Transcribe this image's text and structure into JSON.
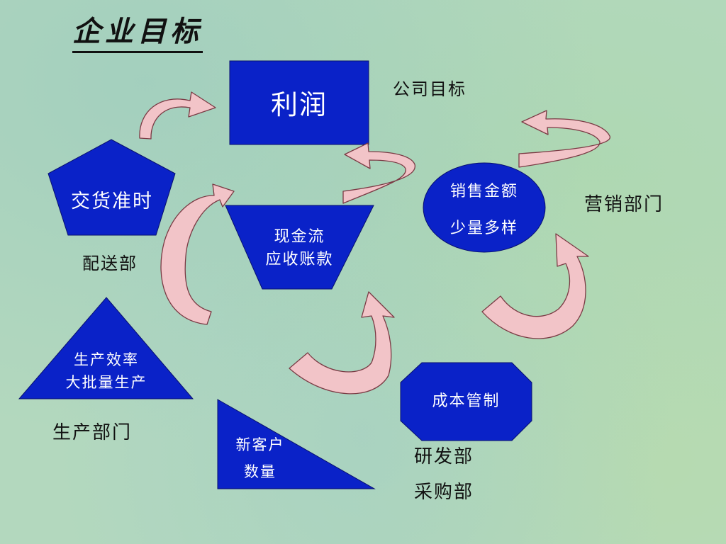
{
  "slide": {
    "title": "企业目标",
    "profit": "利润",
    "company_goal": "公司目标",
    "delivery": "交货准时",
    "delivery_dept": "配送部",
    "cash_line1": "现金流",
    "cash_line2": "应收账款",
    "sales_line1": "销售金额",
    "sales_line2": "少量多样",
    "marketing_dept": "营销部门",
    "production_line1": "生产效率",
    "production_line2": "大批量生产",
    "production_dept": "生产部门",
    "new_customer_line1": "新客户",
    "new_customer_line2": "数量",
    "cost_control": "成本管制",
    "rnd_dept": "研发部",
    "purchase_dept": "采购部"
  },
  "colors": {
    "shape_fill": "#0a22c8",
    "arrow_fill": "#f2c4c8",
    "arrow_stroke": "#7a3a44"
  }
}
